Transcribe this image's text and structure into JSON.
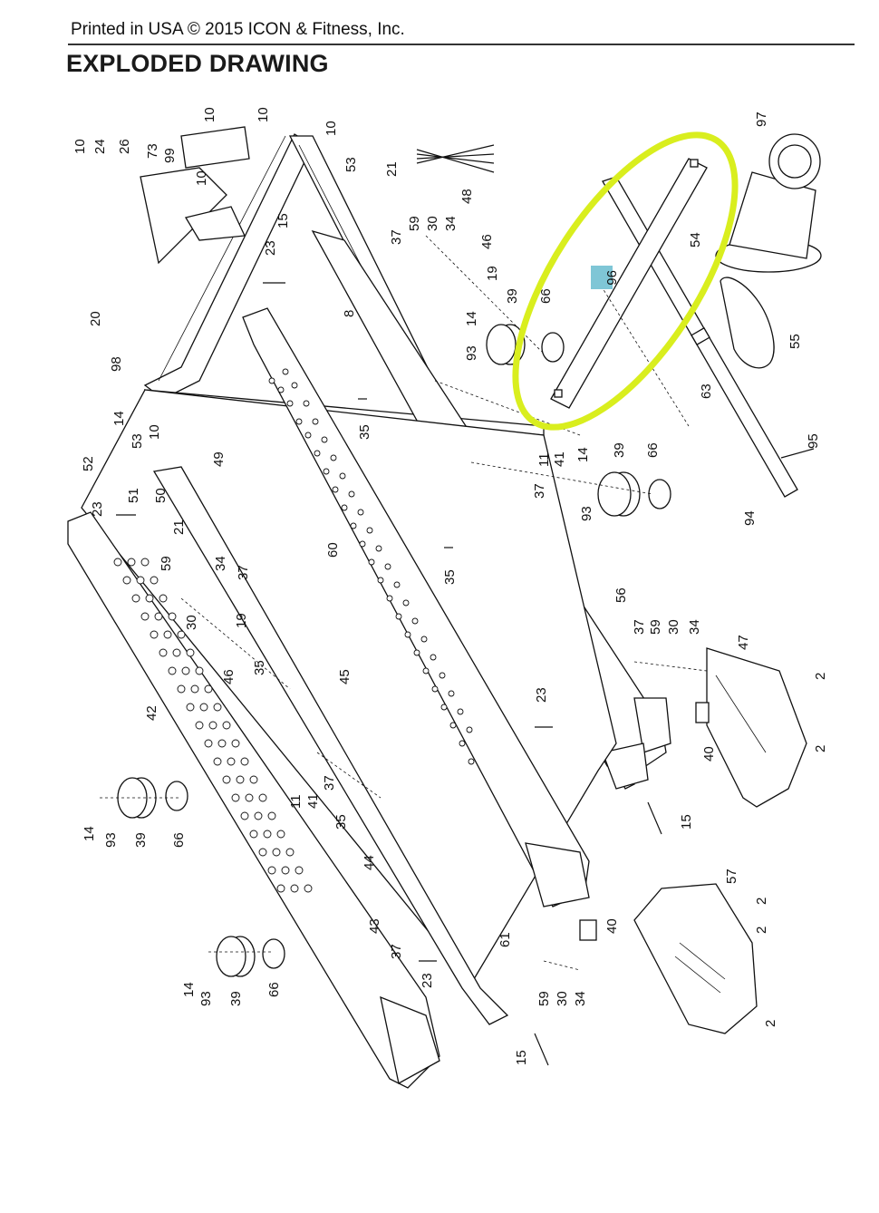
{
  "header": {
    "printed": "Printed in USA © 2015 ICON & Fitness, Inc.",
    "title": "EXPLODED DRAWING"
  },
  "highlight": {
    "label": "96",
    "color": "#d9ee1e",
    "label_bg": "#7fc6d6"
  },
  "callouts": [
    "10",
    "10",
    "10",
    "24",
    "26",
    "73",
    "99",
    "10",
    "10",
    "53",
    "21",
    "48",
    "15",
    "37",
    "59",
    "30",
    "34",
    "46",
    "23",
    "8",
    "19",
    "39",
    "66",
    "14",
    "93",
    "20",
    "98",
    "14",
    "53",
    "10",
    "52",
    "51",
    "50",
    "49",
    "23",
    "21",
    "11",
    "41",
    "37",
    "35",
    "60",
    "14",
    "39",
    "66",
    "93",
    "59",
    "34",
    "37",
    "30",
    "19",
    "46",
    "35",
    "35",
    "42",
    "45",
    "56",
    "37",
    "59",
    "30",
    "34",
    "47",
    "2",
    "2",
    "40",
    "23",
    "15",
    "14",
    "93",
    "39",
    "66",
    "11",
    "41",
    "37",
    "35",
    "44",
    "43",
    "57",
    "2",
    "2",
    "40",
    "37",
    "61",
    "23",
    "59",
    "30",
    "34",
    "2",
    "14",
    "93",
    "39",
    "66",
    "15",
    "97",
    "54",
    "55",
    "63",
    "95",
    "94"
  ]
}
